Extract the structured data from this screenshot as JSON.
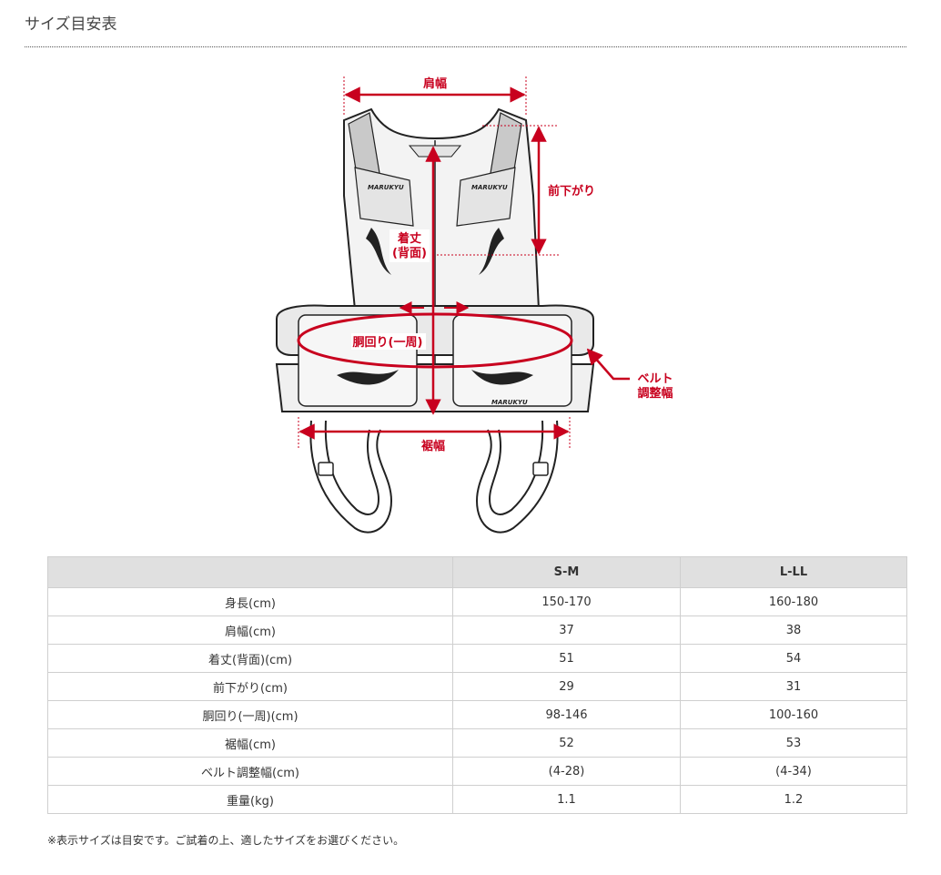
{
  "page": {
    "title": "サイズ目安表",
    "footnote": "※表示サイズは目安です。ご試着の上、適したサイズをお選びください。"
  },
  "diagram": {
    "labels": {
      "shoulder_width": "肩幅",
      "front_drop": "前下がり",
      "length_line1": "着丈",
      "length_line2": "(背面)",
      "waist": "胴回り(一周)",
      "belt_line1": "ベルト",
      "belt_line2": "調整幅",
      "hem_width": "裾幅"
    },
    "brand": "MARUKYU",
    "accent_color": "#c8001e"
  },
  "table": {
    "header": [
      "",
      "S-M",
      "L-LL"
    ],
    "rows": [
      [
        "身長(cm)",
        "150-170",
        "160-180"
      ],
      [
        "肩幅(cm)",
        "37",
        "38"
      ],
      [
        "着丈(背面)(cm)",
        "51",
        "54"
      ],
      [
        "前下がり(cm)",
        "29",
        "31"
      ],
      [
        "胴回り(一周)(cm)",
        "98-146",
        "100-160"
      ],
      [
        "裾幅(cm)",
        "52",
        "53"
      ],
      [
        "ベルト調整幅(cm)",
        "(4-28)",
        "(4-34)"
      ],
      [
        "重量(kg)",
        "1.1",
        "1.2"
      ]
    ]
  }
}
